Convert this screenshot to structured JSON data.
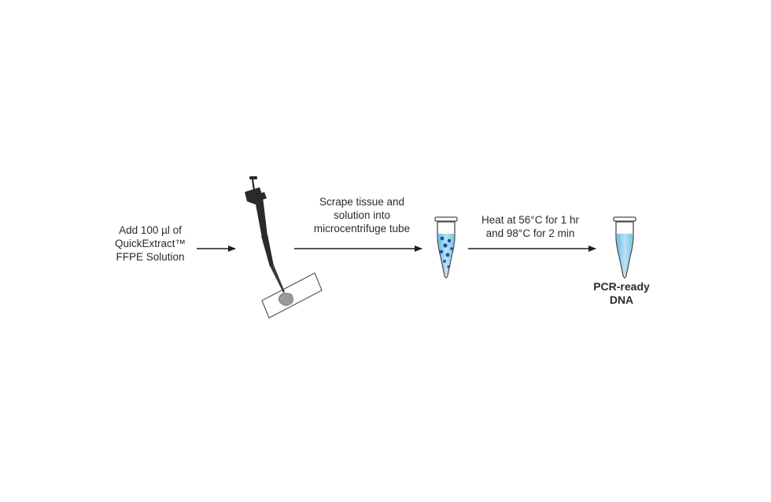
{
  "steps": [
    {
      "lines": [
        "Add 100 µl of",
        "QuickExtract™",
        "FFPE Solution"
      ]
    },
    {
      "lines": [
        "Scrape tissue and",
        "solution into",
        "microcentrifuge tube"
      ]
    },
    {
      "lines": [
        "Heat at 56°C for 1 hr",
        "and 98°C for 2 min"
      ]
    }
  ],
  "result": {
    "lines": [
      "PCR-ready",
      "DNA"
    ]
  },
  "colors": {
    "line": "#1f1f1f",
    "pipette": "#2a2a2a",
    "liquid": "#9ed3ef",
    "liquid_dark": "#6bbde6",
    "cells": "#1d4f9a",
    "tissue": "#9a9a9a"
  },
  "icons": [
    "pipette-icon",
    "slide-icon",
    "tube-with-cells-icon",
    "tube-clear-icon"
  ]
}
